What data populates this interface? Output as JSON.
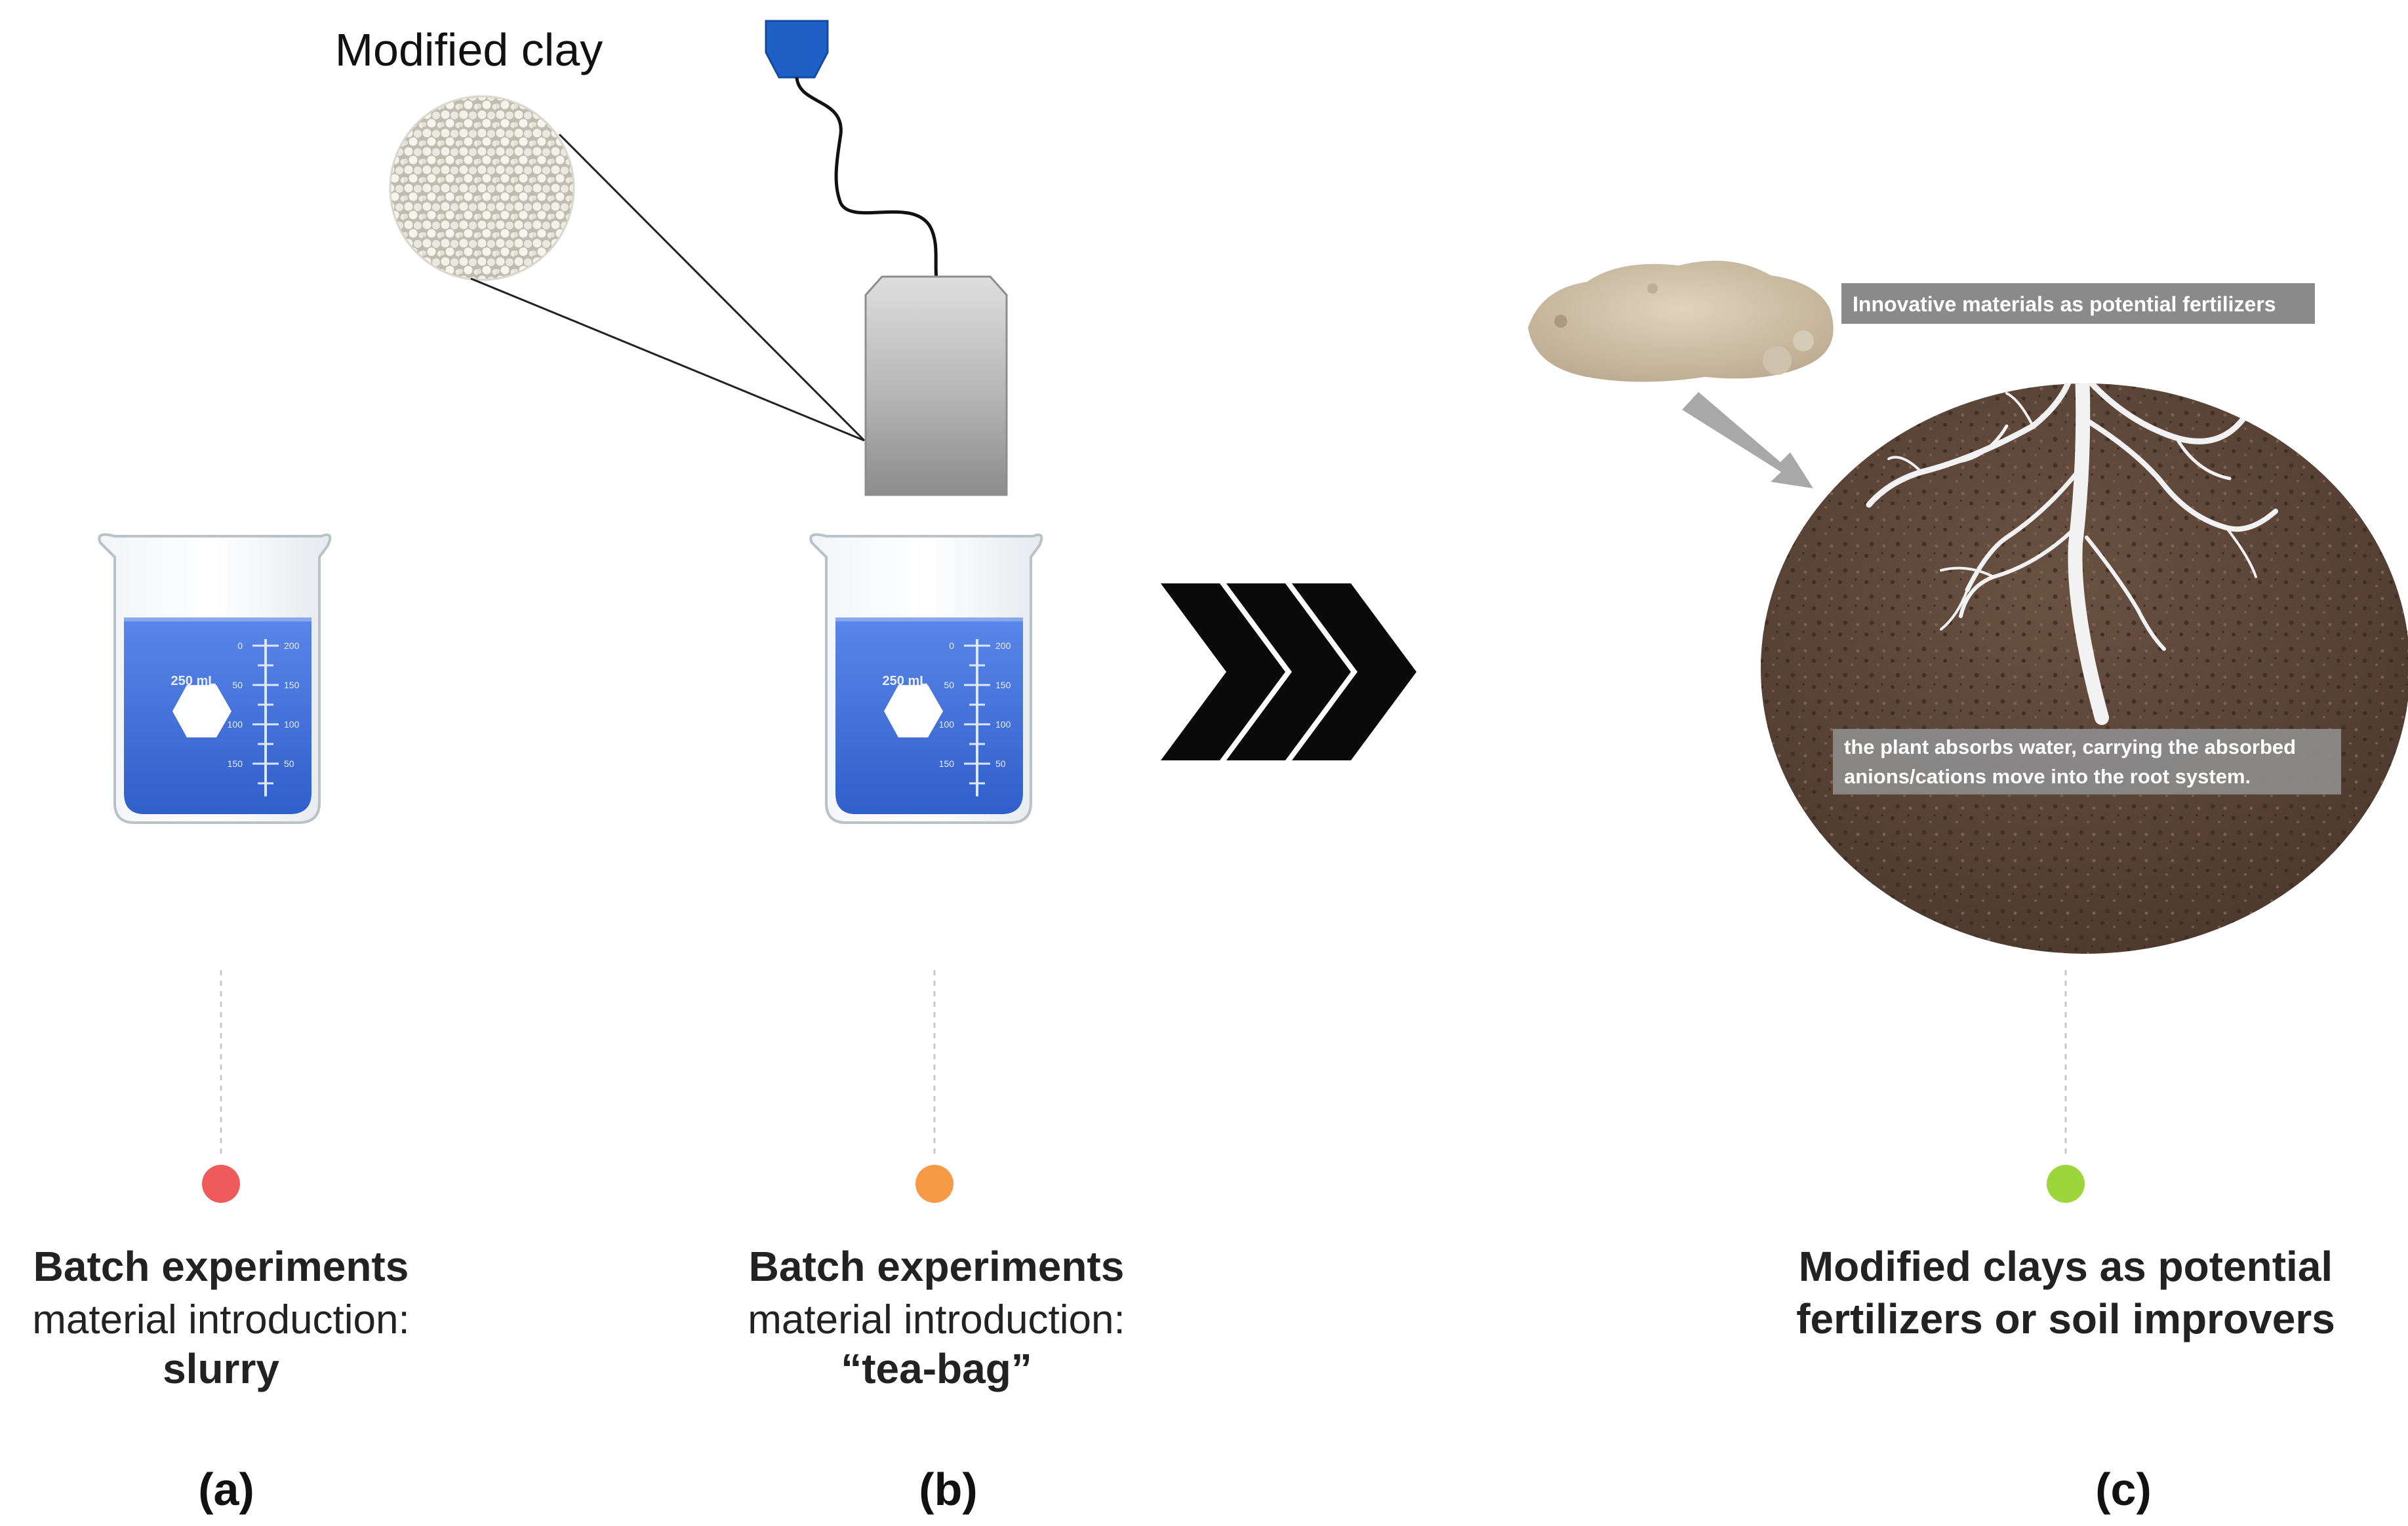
{
  "clay_callout": {
    "label": "Modified clay"
  },
  "panels": [
    {
      "letter": "(a)",
      "title": "Batch experiments",
      "subtitle": "material introduction:",
      "method": "slurry",
      "dot_color": "#ef5b5b"
    },
    {
      "letter": "(b)",
      "title": "Batch experiments",
      "subtitle": "material introduction:",
      "method": "“tea-bag”",
      "dot_color": "#f79a46"
    },
    {
      "letter": "(c)",
      "title_line1": "Modified clays as potential",
      "title_line2": "fertilizers or soil improvers",
      "dot_color": "#9dd63a"
    }
  ],
  "beaker": {
    "volume_label": "250 mL",
    "scale_left": [
      "0",
      "50",
      "100",
      "150"
    ],
    "scale_right": [
      "200",
      "150",
      "100",
      "50"
    ],
    "liquid_color": "#3f6fd8"
  },
  "soil": {
    "banner_top": "Innovative materials as potential fertilizers",
    "banner_bottom_line1": "the plant absorbs water, carrying the absorbed",
    "banner_bottom_line2": "anions/cations move into the root system."
  },
  "colors": {
    "sensor_blue": "#1d5fc4",
    "soil_brown": "#5b4537",
    "clay_powder": "#cdbfa6",
    "banner_grey": "#8a8a8a"
  }
}
